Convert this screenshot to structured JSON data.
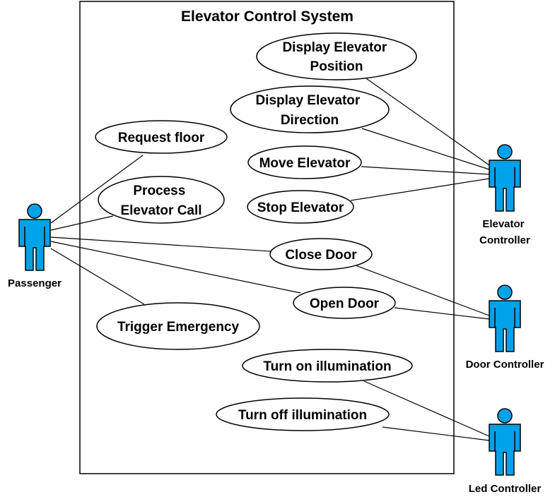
{
  "system": {
    "title": "Elevator Control System"
  },
  "colors": {
    "actor_fill": "#00A2E8",
    "line": "#000000",
    "background": "#FFFFFF"
  },
  "actors": {
    "passenger": "Passenger",
    "elevator_controller": [
      "Elevator",
      "Controller"
    ],
    "door_controller": "Door Controller",
    "led_controller": "Led Controller"
  },
  "use_cases": {
    "display_position": [
      "Display Elevator",
      "Position"
    ],
    "display_direction": [
      "Display Elevator",
      "Direction"
    ],
    "request_floor": "Request floor",
    "process_call": [
      "Process",
      "Elevator Call"
    ],
    "move_elevator": "Move Elevator",
    "stop_elevator": "Stop Elevator",
    "close_door": "Close Door",
    "open_door": "Open Door",
    "trigger_emergency": "Trigger Emergency",
    "turn_on_illumination": "Turn on illumination",
    "turn_off_illumination": "Turn off illumination"
  },
  "associations": [
    [
      "passenger",
      "request_floor"
    ],
    [
      "passenger",
      "process_call"
    ],
    [
      "passenger",
      "close_door"
    ],
    [
      "passenger",
      "open_door"
    ],
    [
      "passenger",
      "trigger_emergency"
    ],
    [
      "elevator_controller",
      "display_position"
    ],
    [
      "elevator_controller",
      "display_direction"
    ],
    [
      "elevator_controller",
      "move_elevator"
    ],
    [
      "elevator_controller",
      "stop_elevator"
    ],
    [
      "door_controller",
      "close_door"
    ],
    [
      "door_controller",
      "open_door"
    ],
    [
      "led_controller",
      "turn_on_illumination"
    ],
    [
      "led_controller",
      "turn_off_illumination"
    ]
  ]
}
